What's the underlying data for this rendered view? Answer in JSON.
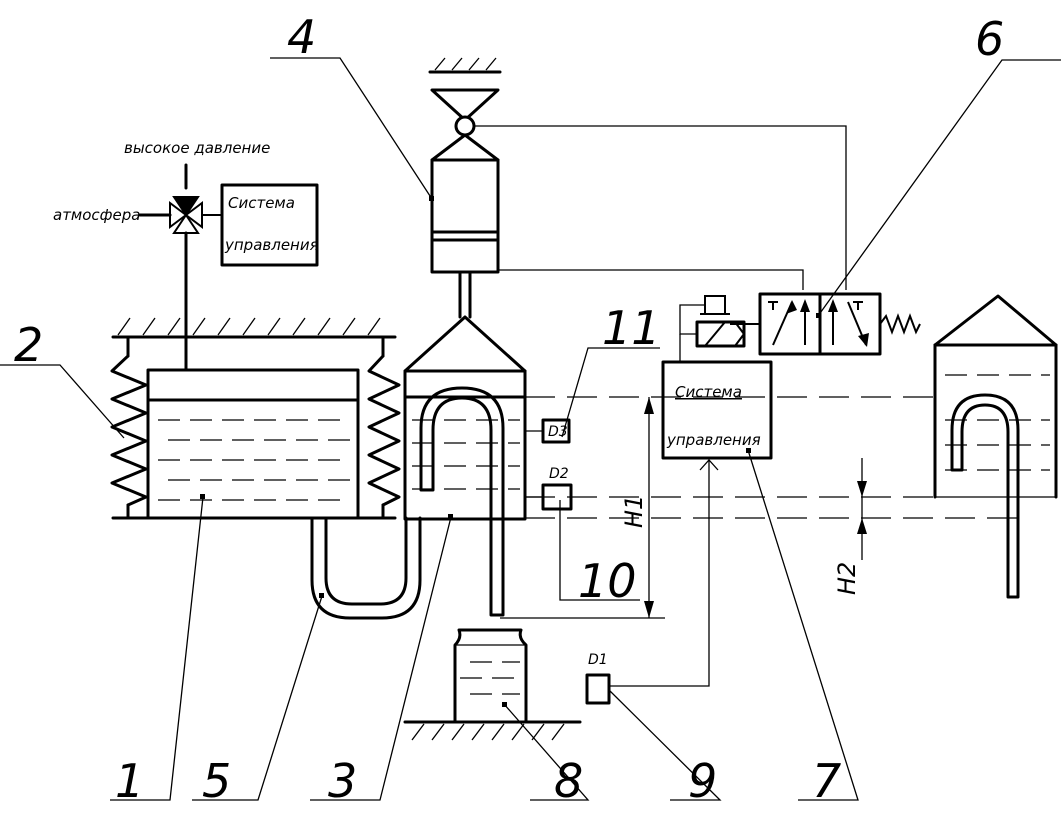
{
  "labels": {
    "high_pressure": "высокое давление",
    "atmosphere": "атмосфера",
    "control_top_1": "Система",
    "control_top_2": "управления",
    "control_mid_1": "Система",
    "control_mid_2": "управления"
  },
  "sensors": {
    "d1": "D1",
    "d2": "D2",
    "d3": "D3"
  },
  "dimensions": {
    "h1": "H1",
    "h2": "H2"
  },
  "callouts": [
    "1",
    "2",
    "3",
    "4",
    "5",
    "6",
    "7",
    "8",
    "9",
    "10",
    "11"
  ]
}
